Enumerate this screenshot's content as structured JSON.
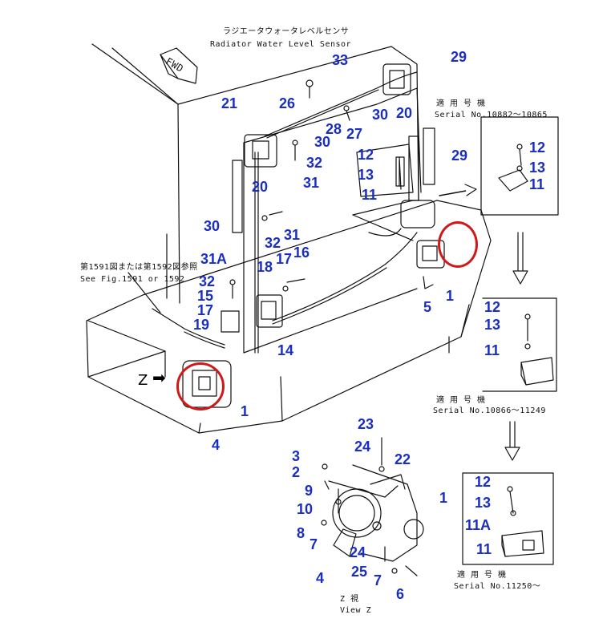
{
  "sensor_title": {
    "jp": "ラジエータウォータレベルセンサ",
    "en": "Radiator Water Level Sensor"
  },
  "fwd": "FWD",
  "see_fig": {
    "jp": "第1591図または第1592図参照",
    "en": "See Fig.1591 or 1592"
  },
  "view_z": {
    "letter": "Z",
    "jp": "Z 視",
    "en": "View Z"
  },
  "serial_notes": [
    {
      "jp": "適 用 号 機",
      "en": "Serial No.10882〜10865"
    },
    {
      "jp": "適 用 号 機",
      "en": "Serial No.10866〜11249"
    },
    {
      "jp": "適 用 号 機",
      "en": "Serial No.11250〜"
    }
  ],
  "callouts": [
    "33",
    "29",
    "21",
    "26",
    "30",
    "20",
    "28",
    "27",
    "30",
    "29",
    "12",
    "13",
    "11",
    "32",
    "31",
    "20",
    "12",
    "13",
    "11",
    "12",
    "13",
    "11",
    "30",
    "32",
    "31",
    "31A",
    "18",
    "17",
    "16",
    "32",
    "15",
    "17",
    "19",
    "5",
    "1",
    "14",
    "1",
    "4",
    "23",
    "24",
    "22",
    "3",
    "2",
    "9",
    "1",
    "10",
    "8",
    "7",
    "24",
    "4",
    "25",
    "7",
    "6",
    "12",
    "13",
    "11A",
    "11"
  ],
  "colors": {
    "callout": "#1a2fbf",
    "highlight": "#d01818",
    "line": "#111111"
  }
}
